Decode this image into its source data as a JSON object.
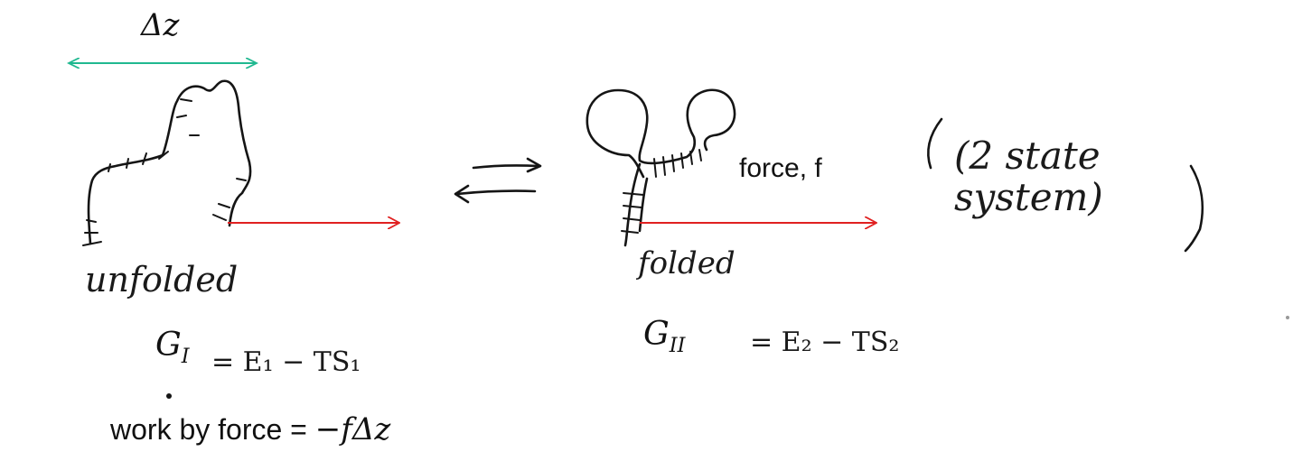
{
  "labels": {
    "delta_z": "Δz",
    "force": "force, f",
    "unfolded": "unfolded",
    "folded": "folded",
    "two_state": "(2 state system)",
    "g1_symbol": "G",
    "g1_sub": "I",
    "g1_rhs": "= E₁ − TS₁",
    "g2_symbol": "G",
    "g2_sub": "II",
    "g2_rhs": "= E₂ − TS₂",
    "work_text": "work by force = ",
    "work_expr": "−fΔz"
  },
  "colors": {
    "delta_arrow": "#20b890",
    "force_arrow": "#e02020",
    "ink": "#151515"
  }
}
